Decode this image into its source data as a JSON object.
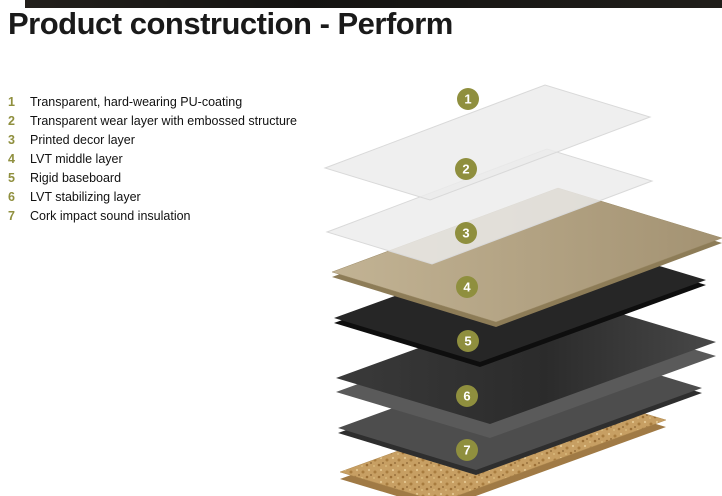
{
  "title": "Product construction - Perform",
  "legend": {
    "items": [
      {
        "num": "1",
        "label": "Transparent, hard-wearing PU-coating"
      },
      {
        "num": "2",
        "label": "Transparent wear layer with embossed structure"
      },
      {
        "num": "3",
        "label": "Printed decor layer"
      },
      {
        "num": "4",
        "label": "LVT middle layer"
      },
      {
        "num": "5",
        "label": "Rigid baseboard"
      },
      {
        "num": "6",
        "label": "LVT stabilizing layer"
      },
      {
        "num": "7",
        "label": "Cork impact sound insulation"
      }
    ]
  },
  "diagram": {
    "badges": [
      "1",
      "2",
      "3",
      "4",
      "5",
      "6",
      "7"
    ],
    "badge_color": "#8f8f3e",
    "layer_colors": {
      "pu_coating": "#ececec",
      "wear_layer": "#ececec",
      "decor_layer": "#b5a586",
      "lvt_middle": "#262626",
      "rigid_baseboard": "#333333",
      "lvt_stabilizing": "#4d4d4d",
      "cork": "#c79f63"
    }
  }
}
